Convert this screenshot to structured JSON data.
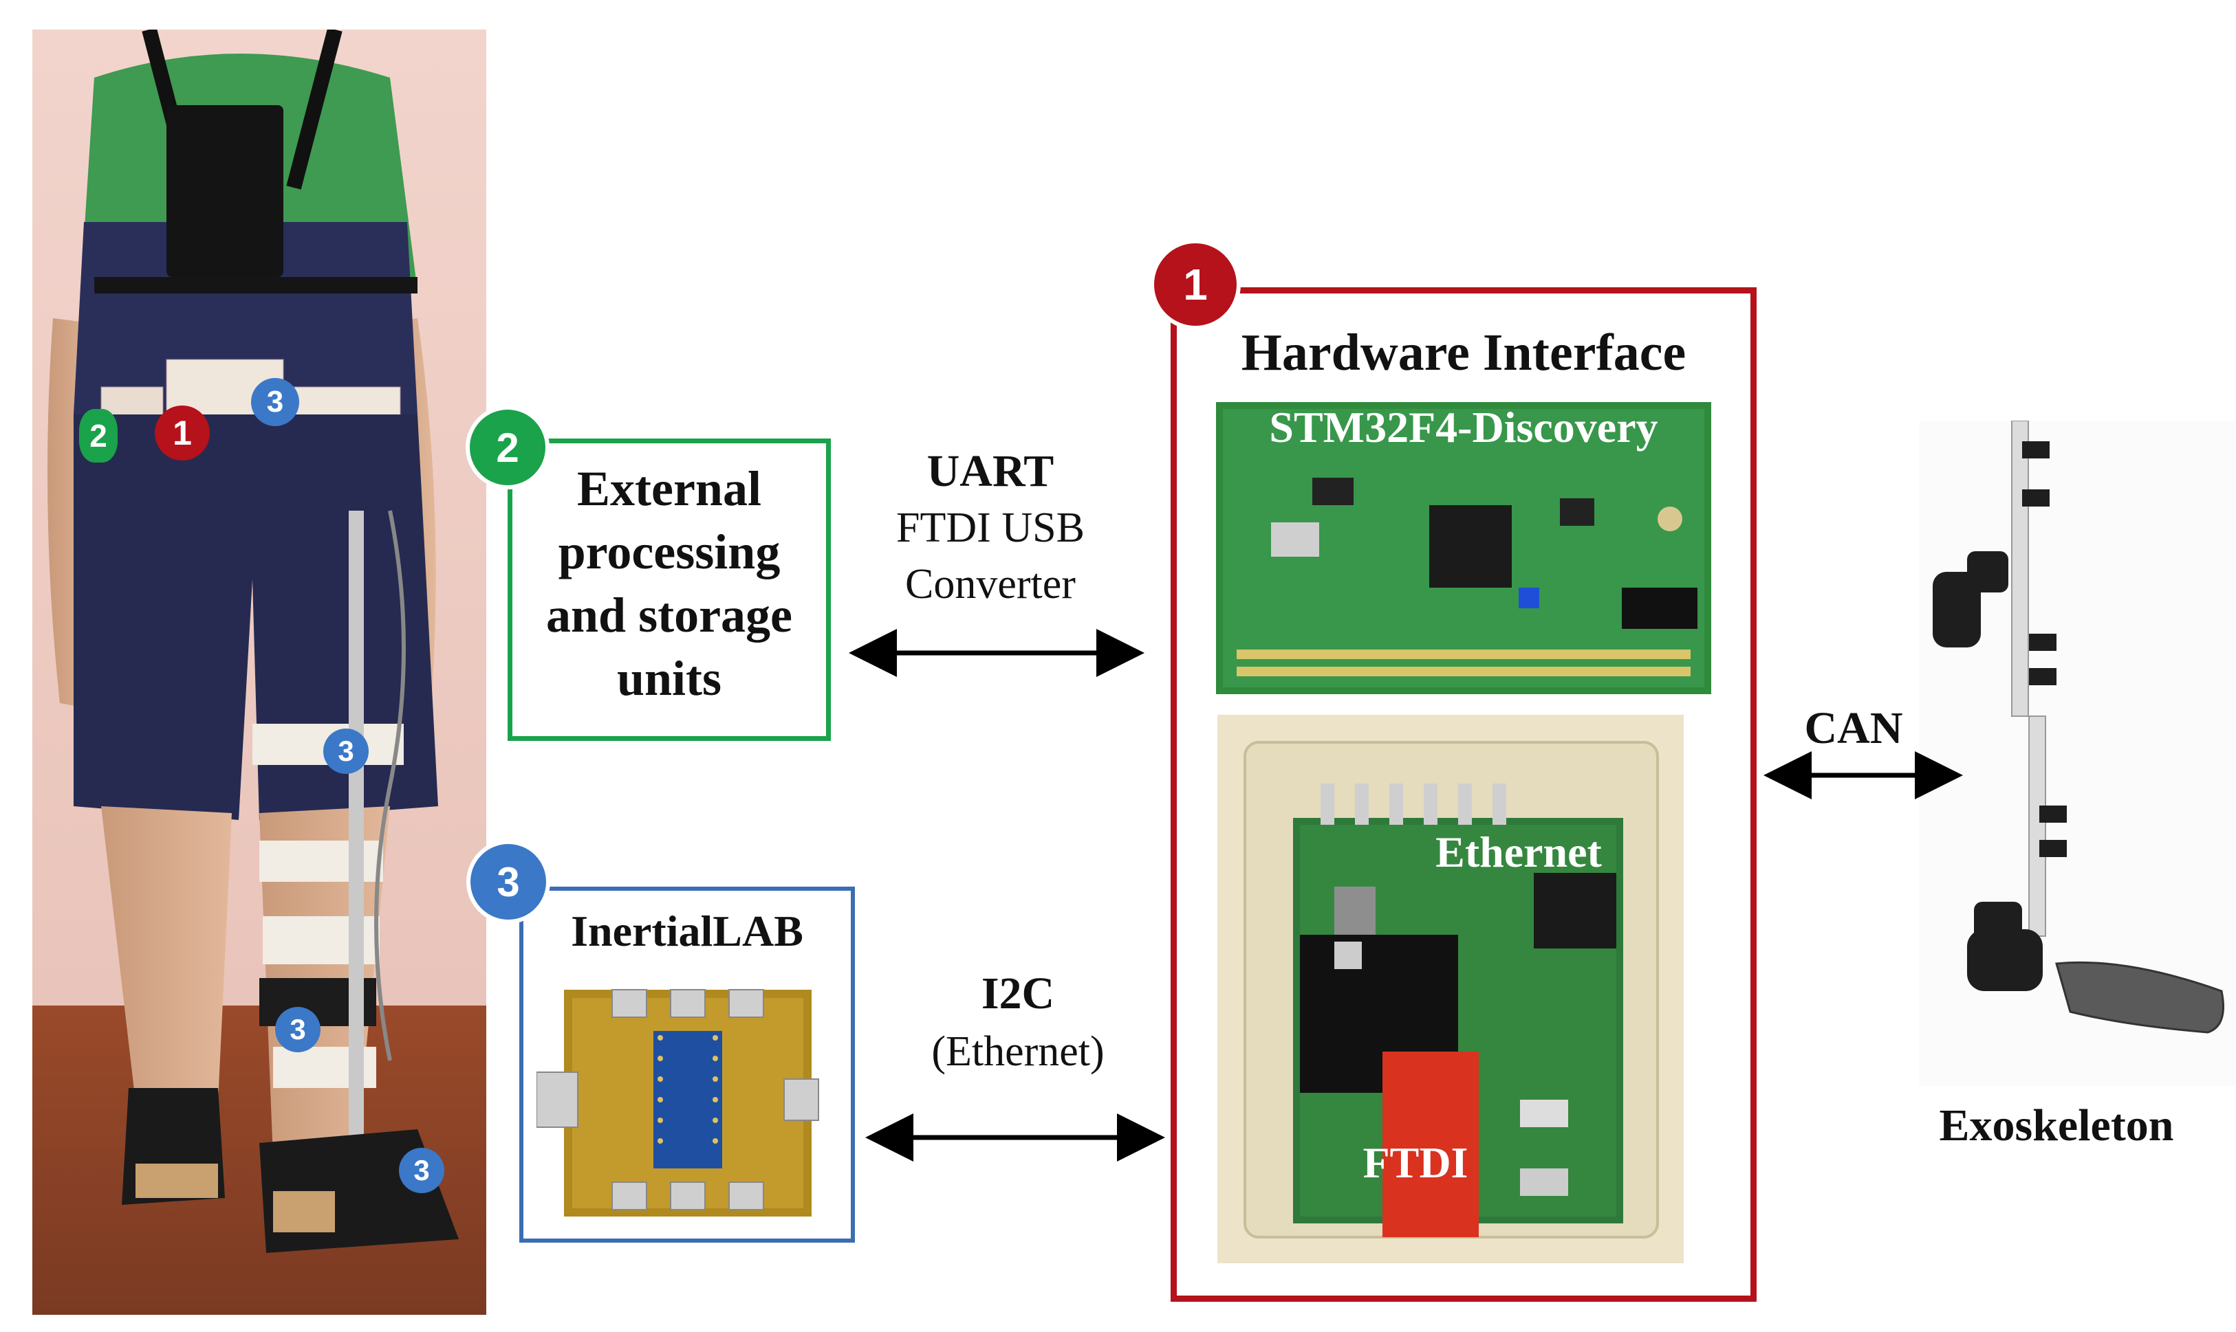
{
  "colors": {
    "hardware": "#b5121b",
    "external": "#1aa34a",
    "inertial": "#3b6db3",
    "arrow": "#000000",
    "pcb_green": "#2f8a3c",
    "pcb_yellow": "#b08a1e"
  },
  "badges": {
    "hardware": "1",
    "external": "2",
    "inertial": "3"
  },
  "photo": {
    "badge_labels": [
      "2",
      "1",
      "3",
      "3",
      "3",
      "3"
    ]
  },
  "external_box": {
    "label_lines": [
      "External",
      "processing",
      "and storage",
      "units"
    ]
  },
  "inertial_box": {
    "title": "InertialLAB"
  },
  "hardware_box": {
    "title": "Hardware Interface",
    "board_label": "STM32F4-Discovery",
    "ethernet_label": "Ethernet",
    "ftdi_label": "FTDI"
  },
  "connections": {
    "uart": {
      "title": "UART",
      "sub1": "FTDI USB",
      "sub2": "Converter"
    },
    "i2c": {
      "title": "I2C",
      "sub": "(Ethernet)"
    },
    "can": {
      "title": "CAN"
    }
  },
  "exoskeleton": {
    "label": "Exoskeleton"
  }
}
